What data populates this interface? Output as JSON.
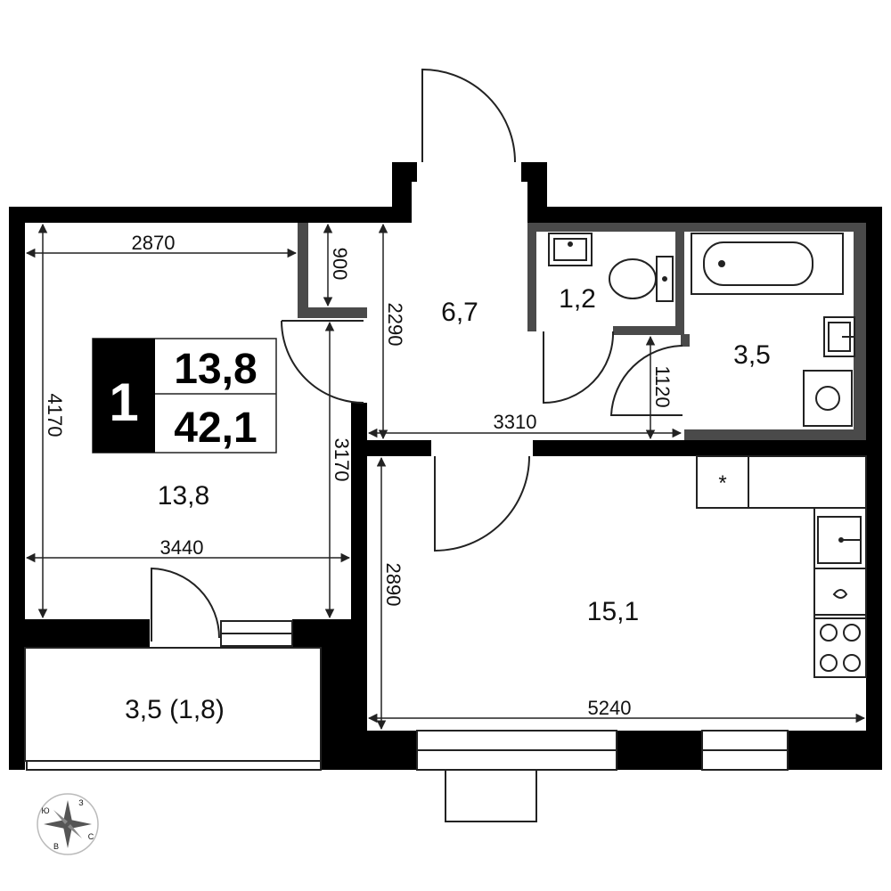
{
  "plan": {
    "rooms_label": "1",
    "area_living": "13,8",
    "area_total": "42,1",
    "rooms": {
      "living_room": "13,8",
      "hallway": "6,7",
      "toilet": "1,2",
      "bathroom": "3,5",
      "kitchen": "15,1",
      "balcony": "3,5 (1,8)"
    },
    "dimensions": {
      "living_width_top": "2870",
      "living_height": "4170",
      "living_width_bottom": "3440",
      "hall_niche": "900",
      "hall_height": "2290",
      "living_door_height": "3170",
      "hall_width": "3310",
      "toilet_depth": "1120",
      "kitchen_height": "2890",
      "kitchen_width": "5240"
    },
    "compass": {
      "n": "З",
      "w": "Ю",
      "s": "В",
      "e": "С"
    },
    "colors": {
      "wall": "#000000",
      "partition": "#4a4a4a",
      "line": "#222222"
    }
  }
}
